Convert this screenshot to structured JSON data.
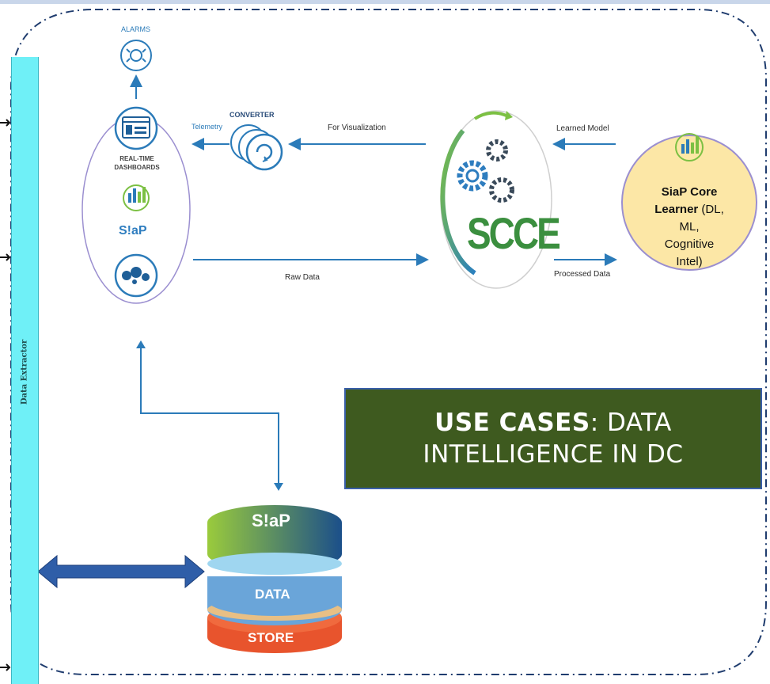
{
  "colors": {
    "extractor_bar": "#6ff0f7",
    "usecase_bg": "#3e5a1f",
    "learner_circle": "#fce7a6",
    "flow_blue": "#2b7bb9",
    "store_red": "#e8542d",
    "store_blue": "#6aa5d9",
    "store_green": "#8dbb3a"
  },
  "left_panel": {
    "alarms": "ALARMS",
    "dashboards_line1": "REAL-TIME",
    "dashboards_line2": "DASHBOARDS",
    "siap_logo": "S!aP"
  },
  "data_extractor": "Data Extractor",
  "converter": {
    "title": "CONVERTER",
    "telemetry": "Telemetry"
  },
  "flows": {
    "for_visualization": "For Visualization",
    "raw_data": "Raw Data",
    "learned_model": "Learned Model",
    "processed_data": "Processed Data"
  },
  "scce": "SCCE",
  "learner": {
    "bold": "SiaP Core Learner",
    "rest_line1": " (DL,",
    "line2": "ML,",
    "line3": "Cognitive",
    "line4": "Intel)"
  },
  "use_case": {
    "bold": "USE CASES",
    "line1_rest": ": DATA",
    "line2": "INTELLIGENCE IN DC"
  },
  "store": {
    "top": "S!aP",
    "middle": "DATA",
    "bottom": "STORE"
  },
  "icons": [
    "alarm-icon",
    "dashboard-icon",
    "siap-logo-icon",
    "cluster-icon",
    "refresh-icon",
    "gear-icon",
    "growth-chart-icon"
  ]
}
